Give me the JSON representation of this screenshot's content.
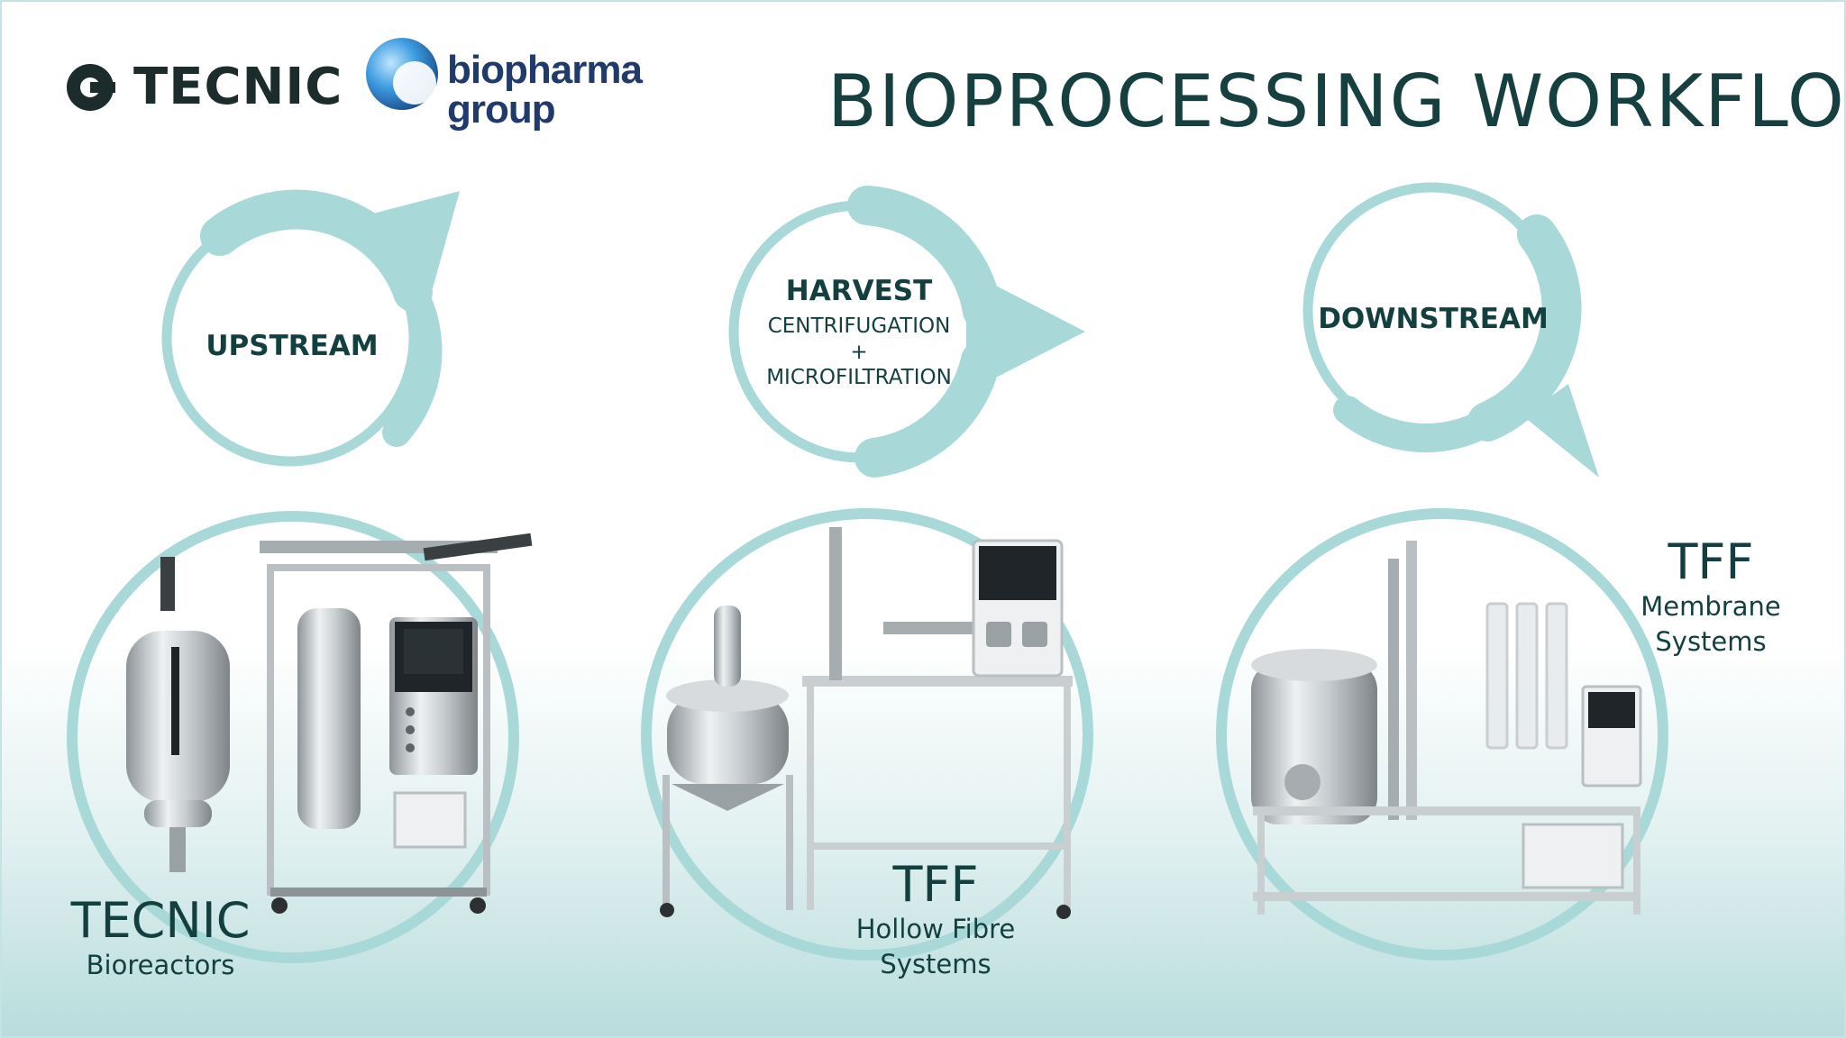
{
  "header": {
    "brand_tecnic": "TECNIC",
    "brand_bio_line1": "biopharma",
    "brand_bio_line2": "group",
    "title": "BIOPROCESSING WORKFLOW"
  },
  "stages": {
    "upstream": {
      "label": "UPSTREAM"
    },
    "harvest": {
      "label": "HARVEST",
      "line1": "CENTRIFUGATION",
      "line2": "+",
      "line3": "MICROFILTRATION"
    },
    "downstream": {
      "label": "DOWNSTREAM"
    }
  },
  "equipment": {
    "bioreactors": {
      "title": "TECNIC",
      "subtitle": "Bioreactors"
    },
    "hollow_fibre": {
      "title": "TFF",
      "line1": "Hollow Fibre",
      "line2": "Systems"
    },
    "membrane": {
      "title": "TFF",
      "line1": "Membrane",
      "line2": "Systems"
    }
  },
  "colors": {
    "accent_teal": "#a8d8d8",
    "dark_teal_text": "#133f3f",
    "brand_navy": "#1f3a6b",
    "brand_blue": "#2f8fd6"
  },
  "icons": [
    "tecnic-logo-icon",
    "biopharma-sphere-icon",
    "bioreactor-machine-icon",
    "hollow-fibre-machine-icon",
    "membrane-machine-icon",
    "flow-arrow-icon"
  ]
}
